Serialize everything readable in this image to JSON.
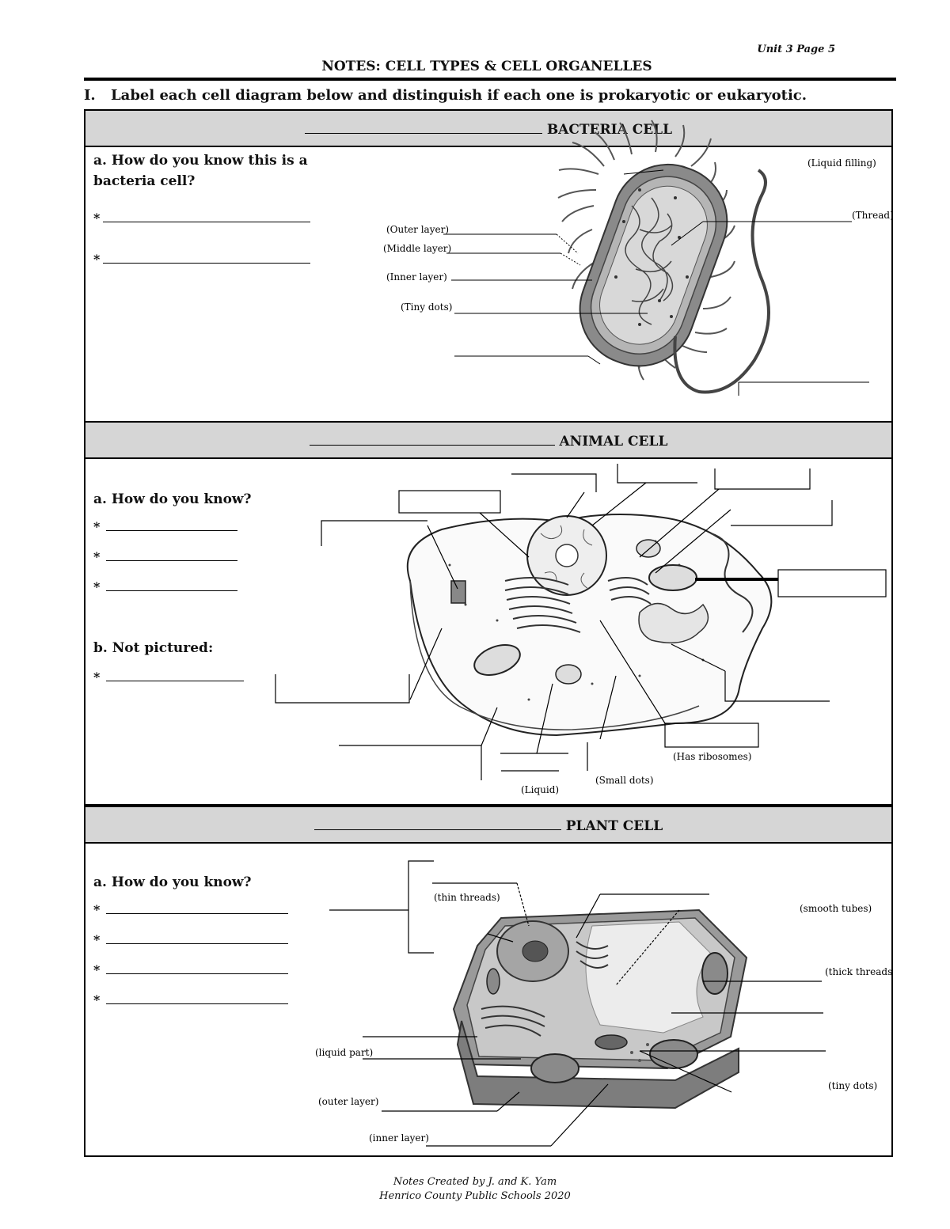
{
  "header": {
    "page_label": "Unit 3 Page 5",
    "title": "NOTES: CELL TYPES & CELL ORGANELLES",
    "instruction_number": "I.",
    "instruction_text": "Label each cell diagram below and distinguish if each one is prokaryotic or eukaryotic."
  },
  "bacteria": {
    "heading": "BACTERIA CELL",
    "question": "a. How do you know this is a bacteria cell?",
    "bullet": "*",
    "labels": {
      "liquid_filling": "(Liquid filling)",
      "thread": "(Thread)",
      "outer_layer": "(Outer layer)",
      "middle_layer": "(Middle layer)",
      "inner_layer": "(Inner layer)",
      "tiny_dots": "(Tiny dots)"
    }
  },
  "animal": {
    "heading": "ANIMAL CELL",
    "question_a": "a. How do you know?",
    "question_b": "b. Not pictured:",
    "bullet": "*",
    "labels": {
      "has_ribosomes": "(Has ribosomes)",
      "small_dots": "(Small dots)",
      "liquid": "(Liquid)"
    }
  },
  "plant": {
    "heading": "PLANT CELL",
    "question": "a. How do you know?",
    "bullet": "*",
    "labels": {
      "thin_threads": "(thin threads)",
      "smooth_tubes": "(smooth tubes)",
      "thick_threads": "(thick threads)",
      "liquid_part": "(liquid part)",
      "outer_layer": "(outer layer)",
      "inner_layer": "(inner layer)",
      "tiny_dots": "(tiny dots)"
    }
  },
  "footer": {
    "line1": "Notes Created by J. and K. Yam",
    "line2": "Henrico County Public Schools 2020"
  }
}
